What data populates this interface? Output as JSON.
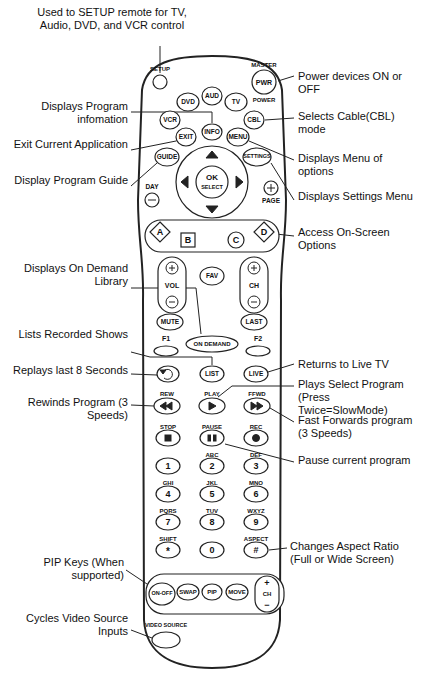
{
  "diagram": {
    "labels": [
      "Used to SETUP remote for TV, Audio, DVD, and VCR control",
      "SETUP",
      "MASTER",
      "PWR",
      "POWER",
      "Power devices ON or OFF",
      "Displays Program infomation",
      "AUD",
      "DVD",
      "TV",
      "VCR",
      "CBL",
      "Selects Cable(CBL) mode",
      "Exit Current Application",
      "EXIT",
      "INFO",
      "MENU",
      "Displays Menu of options",
      "Display Program Guide",
      "GUIDE",
      "SETTINGS",
      "Displays Settings Menu",
      "OK",
      "SELECT",
      "DAY",
      "PAGE",
      "A",
      "B",
      "C",
      "D",
      "Access On-Screen Options",
      "Displays On Demand Library",
      "VOL",
      "FAV",
      "CH",
      "MUTE",
      "LAST",
      "F1",
      "ON DEMAND",
      "F2",
      "Lists Recorded Shows",
      "Returns to Live TV",
      "Replays last 8 Seconds",
      "LIST",
      "LIVE",
      "REW",
      "PLAY",
      "FFWD",
      "Plays Select Program (Press Twice=SlowMode)",
      "Rewinds Program (3 Speeds)",
      "STOP",
      "PAUSE",
      "REC",
      "Fast Forwards program (3 Speeds)",
      "Pause current program",
      "ABC",
      "DEF",
      "1",
      "2",
      "3",
      "GHI",
      "JKL",
      "MNO",
      "4",
      "5",
      "6",
      "PQRS",
      "TUV",
      "WXYZ",
      "7",
      "8",
      "9",
      "SHIFT",
      "ASPECT",
      "*",
      "0",
      "#",
      "Changes Aspect Ratio (Full or Wide Screen)",
      "PIP Keys (When supported)",
      "ON-OFF",
      "SWAP",
      "PIP",
      "MOVE",
      "+",
      "CH",
      "−",
      "Cycles Video Source Inputs",
      "VIDEO SOURCE"
    ]
  }
}
